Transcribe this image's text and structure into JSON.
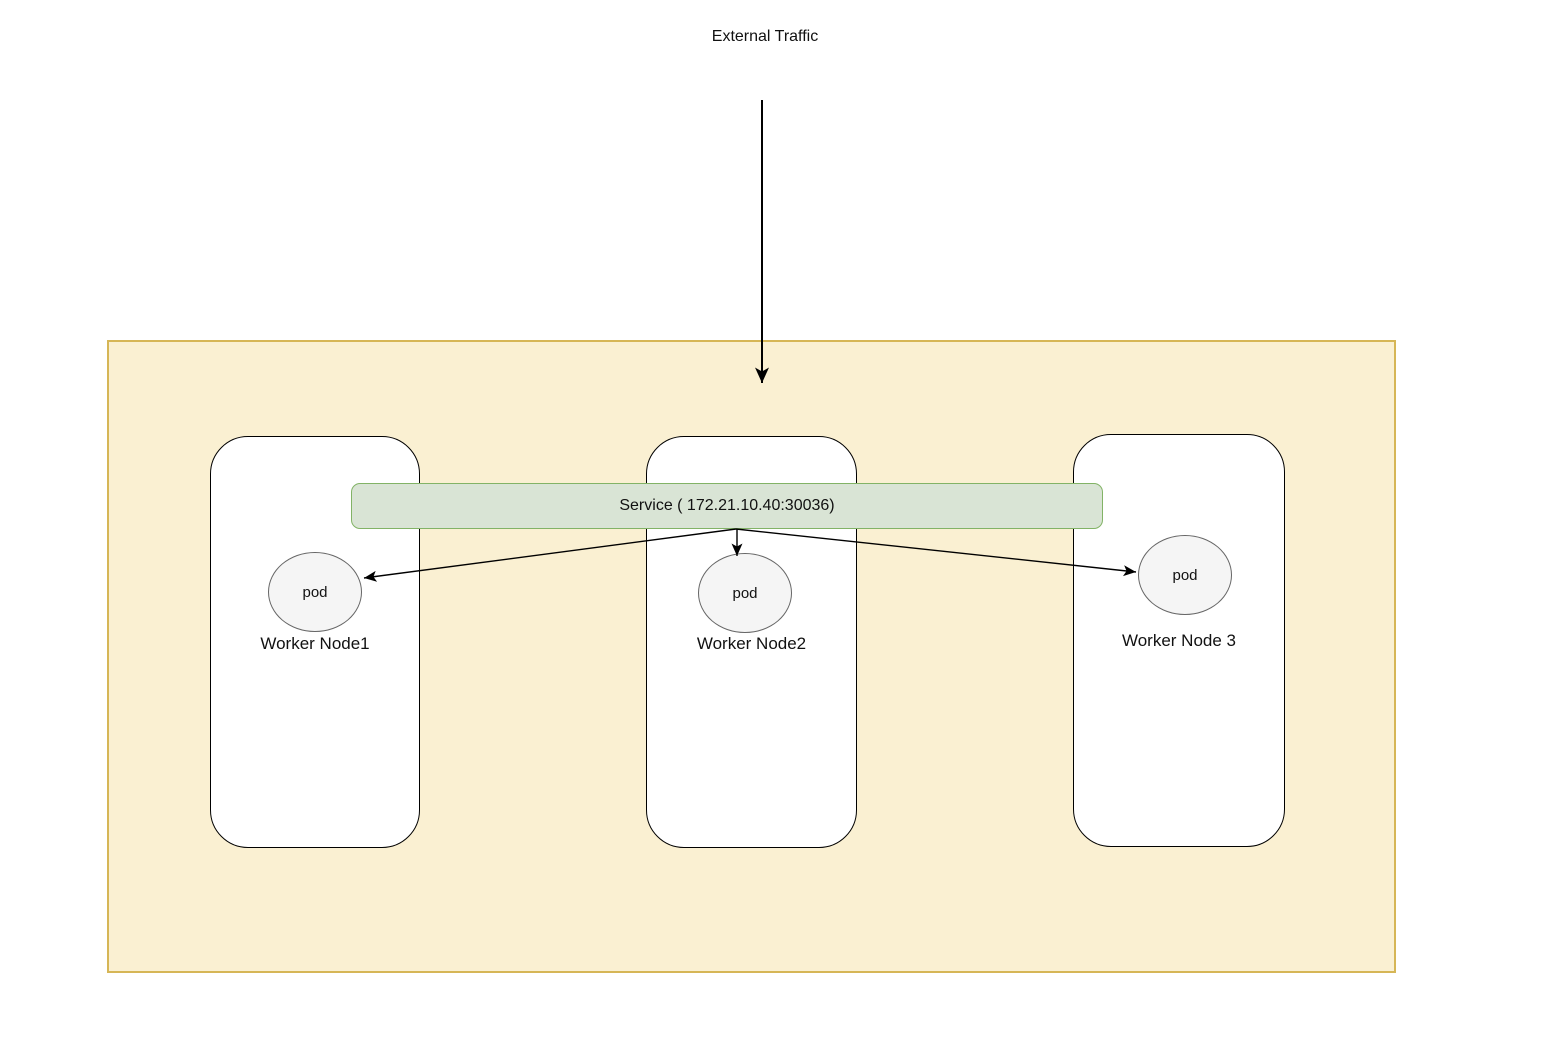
{
  "diagram": {
    "external_traffic_label": "External Traffic",
    "service": {
      "label": "Service ( 172.21.10.40:30036)",
      "fill": "#d9e4d5",
      "border": "#82b366"
    },
    "cluster": {
      "fill": "#faf0d2",
      "border": "#d6b656"
    },
    "pod_style": {
      "fill": "#f5f5f5",
      "border": "#666666"
    },
    "nodes": [
      {
        "label": "Worker Node1",
        "pod": "pod"
      },
      {
        "label": "Worker Node2",
        "pod": "pod"
      },
      {
        "label": "Worker Node 3",
        "pod": "pod"
      }
    ],
    "arrow_color": "#000000"
  }
}
